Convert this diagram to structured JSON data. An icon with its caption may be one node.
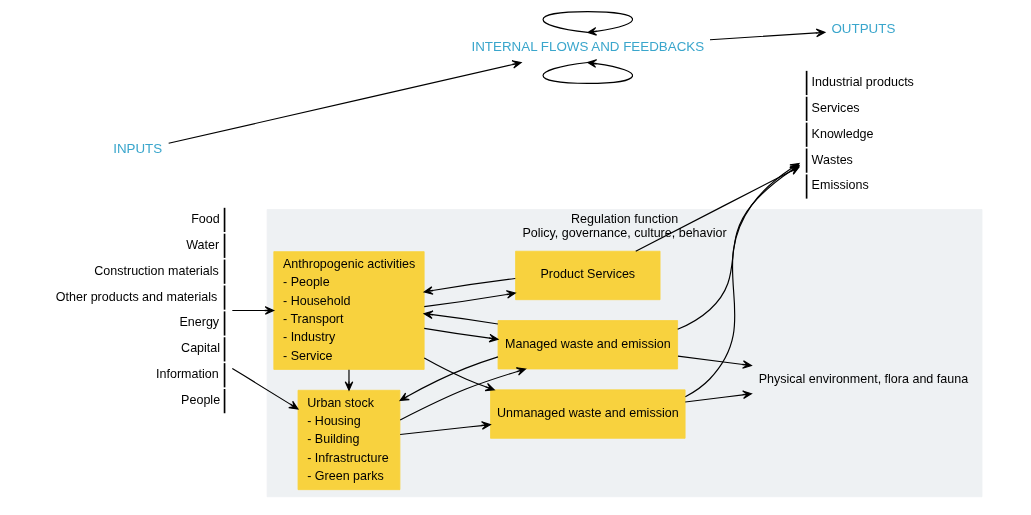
{
  "diagram": {
    "nodes": [
      {
        "text": [
          "INPUTS"
        ]
      },
      {
        "text": [
          "INTERNAL FLOWS AND FEEDBACKS"
        ]
      },
      {
        "text": [
          "OUTPUTS"
        ]
      },
      {
        "text": [
          "Regulation function",
          "Policy, governance, culture, behavior"
        ]
      },
      {
        "text": [
          "Food",
          "Water",
          "Construction materials",
          "Other products and materials",
          "Energy",
          "Capital",
          "Information",
          "People"
        ]
      },
      {
        "text": [
          "Anthropogenic activities",
          "- People",
          "- Household",
          "- Transport",
          "- Industry",
          "- Service"
        ],
        "in": 3
      },
      {
        "text": [
          "Product Services"
        ],
        "in": 3
      },
      {
        "text": [
          "Urban stock",
          "- Housing",
          "- Building",
          "- Infrastructure",
          "- Green parks"
        ],
        "in": 3
      },
      {
        "text": [
          "Managed waste and emission"
        ],
        "in": 3
      },
      {
        "text": [
          "Unmanaged waste and emission"
        ],
        "in": 3
      },
      {
        "text": [
          "Physical environment, flora and fauna"
        ],
        "in": 3
      },
      {
        "text": [
          "Industrial products",
          "Services",
          "Knowledge",
          "Wastes",
          "Emissions"
        ]
      }
    ],
    "edges": [
      {
        "from": 0,
        "to": 1,
        "arrow": "to"
      },
      {
        "from": 1,
        "to": 2,
        "arrow": "to"
      },
      {
        "from": 1,
        "to": 1,
        "arrow": "to"
      },
      {
        "from": 1,
        "to": 1,
        "arrow": "to"
      },
      {
        "from": 4,
        "to": 5,
        "arrow": "to"
      },
      {
        "from": 4,
        "to": 7,
        "arrow": "to"
      },
      {
        "from": 5,
        "to": 6,
        "arrow": "to"
      },
      {
        "from": 6,
        "to": 5,
        "arrow": "to"
      },
      {
        "from": 5,
        "to": 8,
        "arrow": "to"
      },
      {
        "from": 8,
        "to": 5,
        "arrow": "to"
      },
      {
        "from": 5,
        "to": 9,
        "arrow": "to"
      },
      {
        "from": 5,
        "to": 7,
        "arrow": "to"
      },
      {
        "from": 7,
        "to": 8,
        "arrow": "to"
      },
      {
        "from": 8,
        "to": 7,
        "arrow": "to"
      },
      {
        "from": 7,
        "to": 9,
        "arrow": "to"
      },
      {
        "from": 6,
        "to": 11,
        "arrow": "to"
      },
      {
        "from": 8,
        "to": 11,
        "arrow": "to"
      },
      {
        "from": 9,
        "to": 11,
        "arrow": "to"
      },
      {
        "from": 9,
        "to": 10,
        "arrow": "to"
      },
      {
        "from": 8,
        "to": 10,
        "arrow": "to"
      }
    ]
  }
}
